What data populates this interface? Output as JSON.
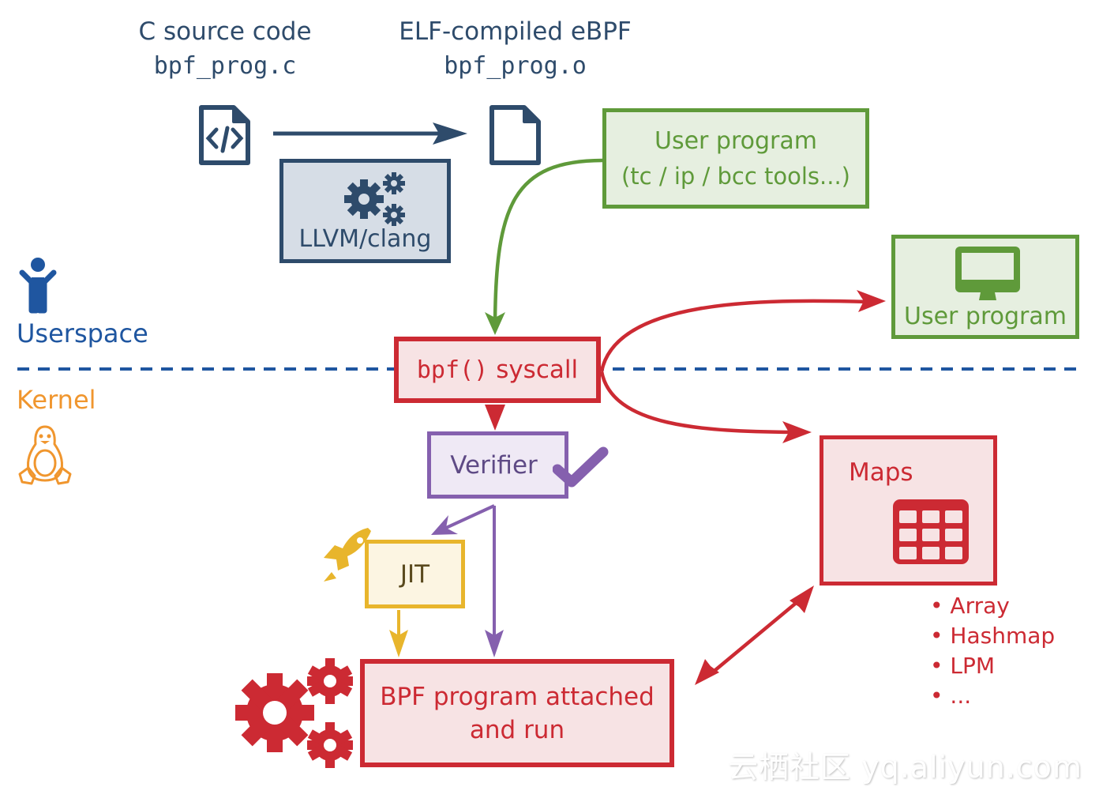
{
  "colors": {
    "navy": "#2e4b6b",
    "navy_fill": "#d6dde6",
    "green": "#5f9a3a",
    "green_fill": "#e6efe0",
    "red": "#cc2a33",
    "red_fill": "#f7e3e4",
    "purple": "#8560ae",
    "purple_fill": "#efe9f5",
    "yellow": "#e8b52c",
    "yellow_fill": "#fcf5e2",
    "userspace_blue": "#1f56a0",
    "kernel_orange": "#f0962e"
  },
  "source": {
    "title": "C source code",
    "filename": "bpf_prog.c",
    "icon": "code-file-icon"
  },
  "compiled": {
    "title": "ELF-compiled eBPF",
    "filename": "bpf_prog.o",
    "icon": "file-icon"
  },
  "compiler": {
    "label": "LLVM/clang",
    "icon": "gears-icon"
  },
  "user_program_tools": {
    "line1": "User program",
    "line2": "(tc / ip / bcc tools...)"
  },
  "user_program": {
    "label": "User program",
    "icon": "monitor-icon"
  },
  "regions": {
    "userspace": "Userspace",
    "kernel": "Kernel",
    "userspace_icon": "person-icon",
    "kernel_icon": "penguin-icon"
  },
  "syscall": {
    "mono_part": "bpf()",
    "text_part": "syscall"
  },
  "verifier": {
    "label": "Verifier",
    "icon": "checkmark-icon"
  },
  "jit": {
    "label": "JIT",
    "icon": "rocket-icon"
  },
  "bpf_run": {
    "line1": "BPF program attached",
    "line2": "and run",
    "icon": "gears-icon"
  },
  "maps": {
    "title": "Maps",
    "icon": "table-icon",
    "types": [
      "Array",
      "Hashmap",
      "LPM",
      "..."
    ]
  },
  "watermark": "云栖社区 yq.aliyun.com"
}
